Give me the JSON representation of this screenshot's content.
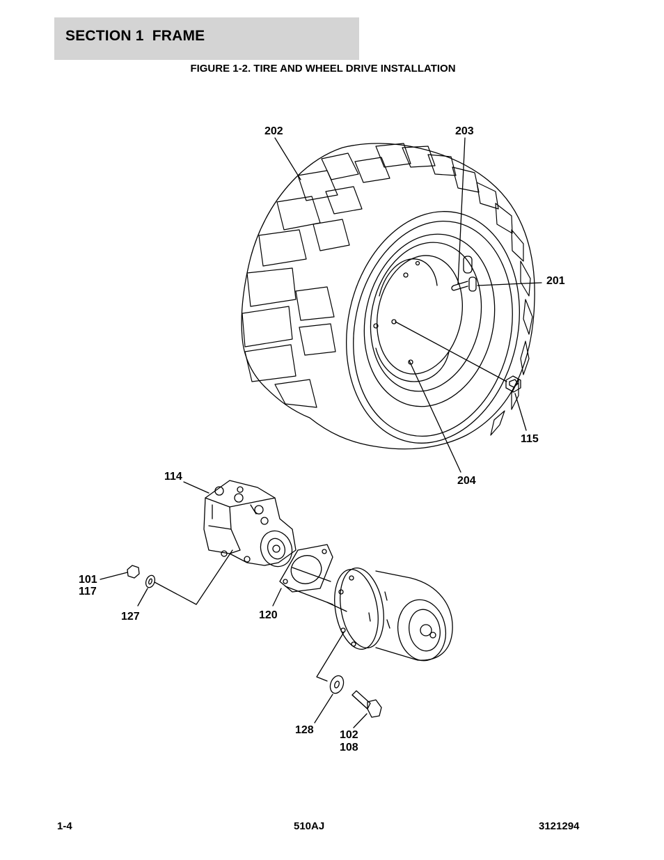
{
  "header": {
    "section_title": "SECTION 1  FRAME"
  },
  "figure": {
    "title": "FIGURE 1-2. TIRE AND WHEEL DRIVE INSTALLATION",
    "callouts": {
      "c202": "202",
      "c203": "203",
      "c201": "201",
      "c115": "115",
      "c204": "204",
      "c114": "114",
      "c101": "101",
      "c117": "117",
      "c127": "127",
      "c120": "120",
      "c128": "128",
      "c102": "102",
      "c108": "108"
    }
  },
  "footer": {
    "page_number": "1-4",
    "model": "510AJ",
    "document_number": "3121294"
  }
}
